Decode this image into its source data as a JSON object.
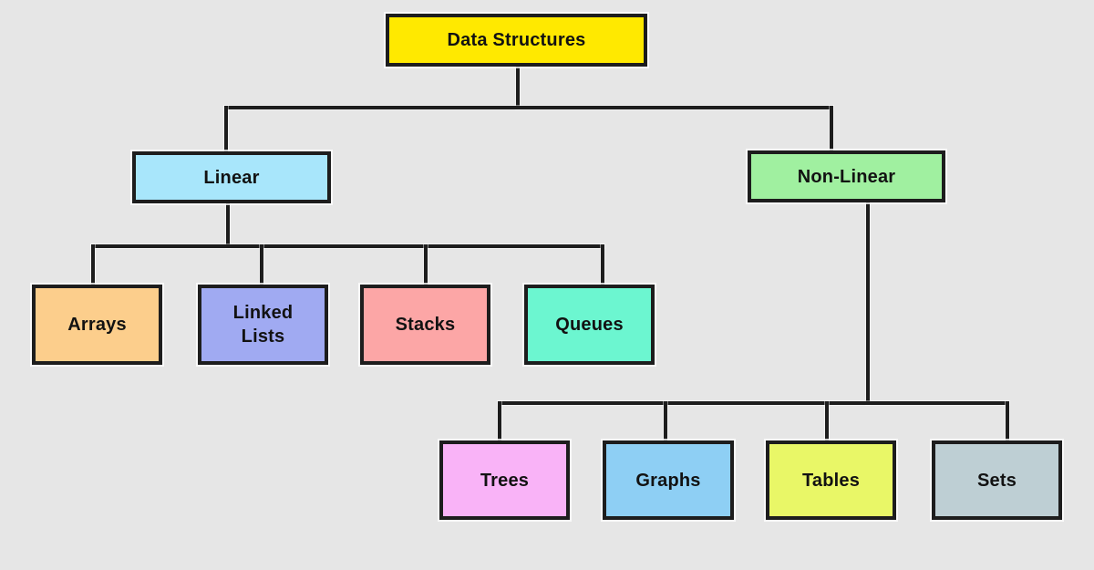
{
  "diagram": {
    "title": "Data Structures hierarchy",
    "background_color": "#e6e6e6",
    "line_color": "#1d1d1d",
    "nodes": {
      "root": {
        "label": "Data Structures",
        "color": "#ffe900"
      },
      "linear": {
        "label": "Linear",
        "color": "#a8e6fb"
      },
      "nonlinear": {
        "label": "Non-Linear",
        "color": "#a0f0a0"
      },
      "arrays": {
        "label": "Arrays",
        "color": "#fcce8c"
      },
      "linked_lists": {
        "label": "Linked\nLists",
        "color": "#a0aaf2"
      },
      "stacks": {
        "label": "Stacks",
        "color": "#fca6a6"
      },
      "queues": {
        "label": "Queues",
        "color": "#6cf6d0"
      },
      "trees": {
        "label": "Trees",
        "color": "#f9b3f7"
      },
      "graphs": {
        "label": "Graphs",
        "color": "#8ecff4"
      },
      "tables": {
        "label": "Tables",
        "color": "#e9f767"
      },
      "sets": {
        "label": "Sets",
        "color": "#becfd4"
      }
    },
    "edges": [
      {
        "from": "Data Structures",
        "to": "Linear"
      },
      {
        "from": "Data Structures",
        "to": "Non-Linear"
      },
      {
        "from": "Linear",
        "to": "Arrays"
      },
      {
        "from": "Linear",
        "to": "Linked Lists"
      },
      {
        "from": "Linear",
        "to": "Stacks"
      },
      {
        "from": "Linear",
        "to": "Queues"
      },
      {
        "from": "Non-Linear",
        "to": "Trees"
      },
      {
        "from": "Non-Linear",
        "to": "Graphs"
      },
      {
        "from": "Non-Linear",
        "to": "Tables"
      },
      {
        "from": "Non-Linear",
        "to": "Sets"
      }
    ]
  }
}
